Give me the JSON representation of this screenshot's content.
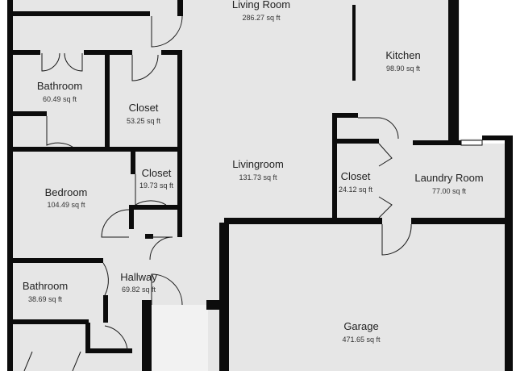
{
  "colors": {
    "floor": "#e6e6e6",
    "wall": "#0c0c0c",
    "outside": "#ffffff",
    "entry_floor": "#f2f2f2",
    "text": "#222222"
  },
  "rooms": {
    "living_room": {
      "name": "Living Room",
      "area": "286.27 sq ft"
    },
    "kitchen": {
      "name": "Kitchen",
      "area": "98.90 sq ft"
    },
    "bathroom_upper": {
      "name": "Bathroom",
      "area": "60.49 sq ft"
    },
    "closet_upper": {
      "name": "Closet",
      "area": "53.25 sq ft"
    },
    "closet_small": {
      "name": "Closet",
      "area": "19.73 sq ft"
    },
    "livingroom": {
      "name": "Livingroom",
      "area": "131.73 sq ft"
    },
    "bedroom": {
      "name": "Bedroom",
      "area": "104.49 sq ft"
    },
    "closet_mid": {
      "name": "Closet",
      "area": "24.12 sq ft"
    },
    "laundry_room": {
      "name": "Laundry Room",
      "area": "77.00 sq ft"
    },
    "hallway": {
      "name": "Hallway",
      "area": "69.82 sq ft"
    },
    "bathroom_lower": {
      "name": "Bathroom",
      "area": "38.69 sq ft"
    },
    "garage": {
      "name": "Garage",
      "area": "471.65 sq ft"
    }
  }
}
